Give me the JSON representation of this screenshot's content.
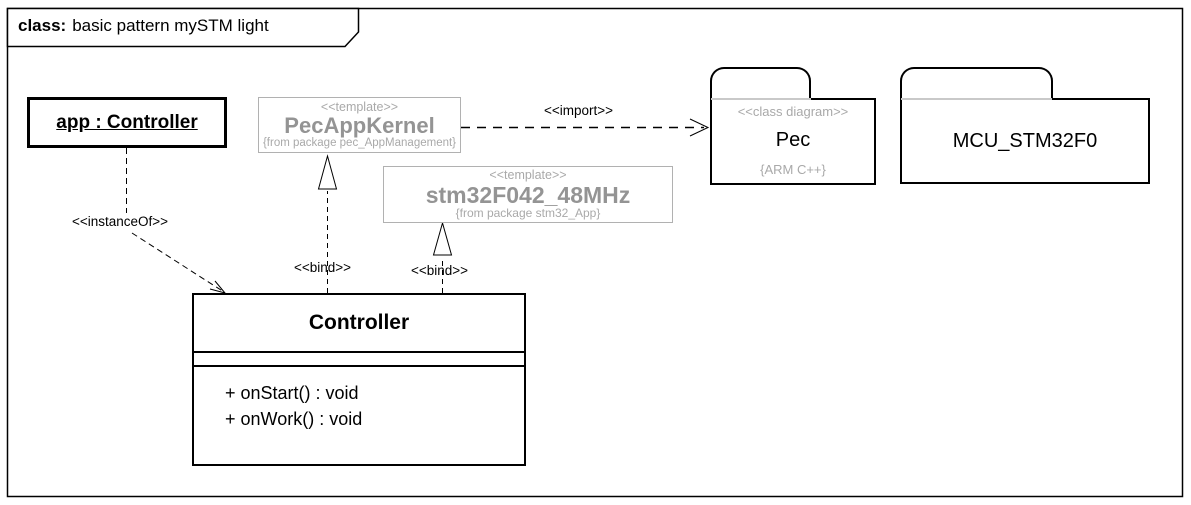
{
  "frame": {
    "keyword": "class:",
    "title": "basic pattern mySTM light"
  },
  "nodes": {
    "app_object": {
      "label": "app : Controller"
    },
    "pec_app_kernel": {
      "stereotype": "<<template>>",
      "name": "PecAppKernel",
      "note": "{from package pec_AppManagement}"
    },
    "stm32_template": {
      "stereotype": "<<template>>",
      "name": "stm32F042_48MHz",
      "note": "{from package stm32_App}"
    },
    "pec_package": {
      "stereotype": "<<class diagram>>",
      "name": "Pec",
      "note": "{ARM C++}"
    },
    "mcu_package": {
      "name": "MCU_STM32F0"
    },
    "controller_class": {
      "name": "Controller",
      "operations": [
        "+ onStart() : void",
        "+ onWork() : void"
      ]
    }
  },
  "connectors": {
    "instance_of": {
      "label": "<<instanceOf>>"
    },
    "bind_pec": {
      "label": "<<bind>>"
    },
    "bind_stm32": {
      "label": "<<bind>>"
    },
    "import_pec": {
      "label": "<<import>>"
    }
  },
  "colors": {
    "template_text": "#949494",
    "template_border": "#b1b1b1",
    "stereotype_gray": "#a9a9a9",
    "package_line_gray": "#c9c9c9",
    "line_black": "#000000",
    "background": "#ffffff"
  }
}
